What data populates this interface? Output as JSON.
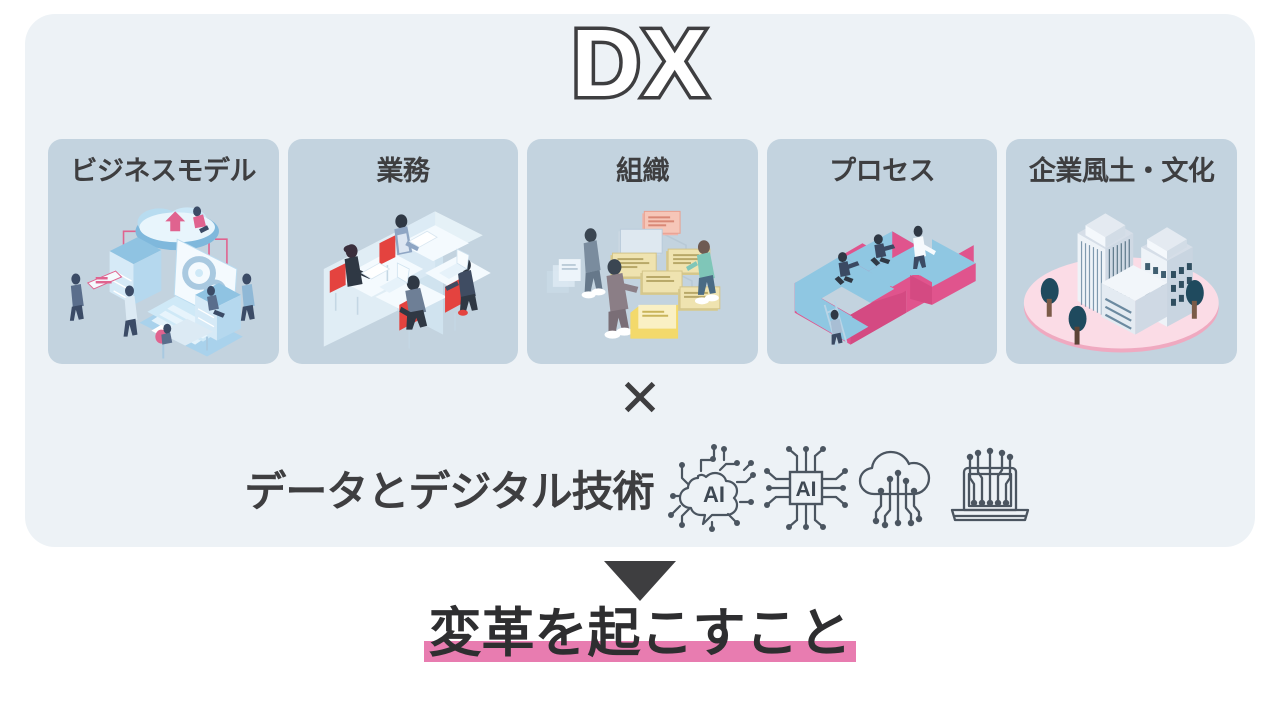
{
  "title": {
    "text": "DX",
    "stroke_color": "#3E3E40",
    "fill_color": "#FFFFFF"
  },
  "panel": {
    "background_color": "#EDF2F6"
  },
  "cards": [
    {
      "label": "ビジネスモデル",
      "illustration": "business-model-cloud-laptop-illustration",
      "background_color": "#C3D3DF"
    },
    {
      "label": "業務",
      "illustration": "office-cubicles-workers-illustration",
      "background_color": "#C3D3DF"
    },
    {
      "label": "組織",
      "illustration": "org-chart-people-illustration",
      "background_color": "#C3D3DF"
    },
    {
      "label": "プロセス",
      "illustration": "winding-arrow-process-illustration",
      "background_color": "#C3D3DF"
    },
    {
      "label": "企業風土・文化",
      "illustration": "corporate-buildings-illustration",
      "background_color": "#C3D3DF"
    }
  ],
  "operator": {
    "symbol": "✕",
    "meaning": "multiply"
  },
  "tech": {
    "label": "データとデジタル技術",
    "icons": [
      {
        "name": "ai-brain-circuit-icon",
        "text": "AI"
      },
      {
        "name": "ai-chip-circuit-icon",
        "text": "AI"
      },
      {
        "name": "cloud-circuit-icon",
        "text": ""
      },
      {
        "name": "laptop-circuit-icon",
        "text": ""
      }
    ]
  },
  "arrow": {
    "name": "down-arrow",
    "color": "#3E3E40"
  },
  "conclusion": {
    "text": "変革を起こすこと",
    "highlight_color": "#E87CB0",
    "text_color": "#2E2E30"
  }
}
